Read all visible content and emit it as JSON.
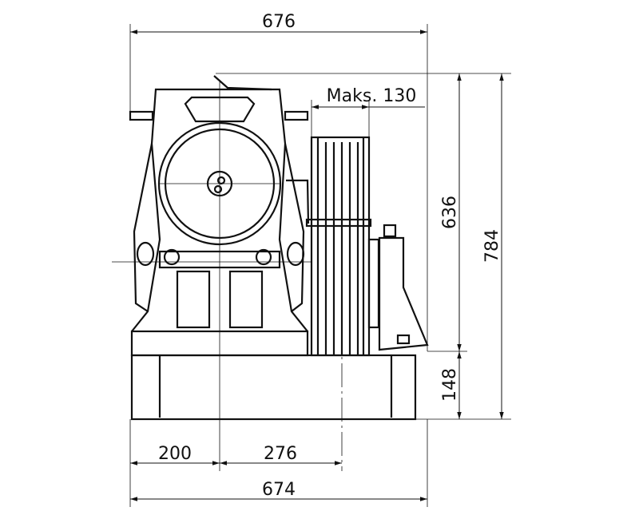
{
  "drawing": {
    "dimensions": {
      "overall_top_width": "676",
      "max_pulley_width": "Maks. 130",
      "machine_height": "636",
      "total_height": "784",
      "base_height": "148",
      "left_offset": "200",
      "center_offset": "276",
      "overall_bottom_width": "674"
    }
  }
}
